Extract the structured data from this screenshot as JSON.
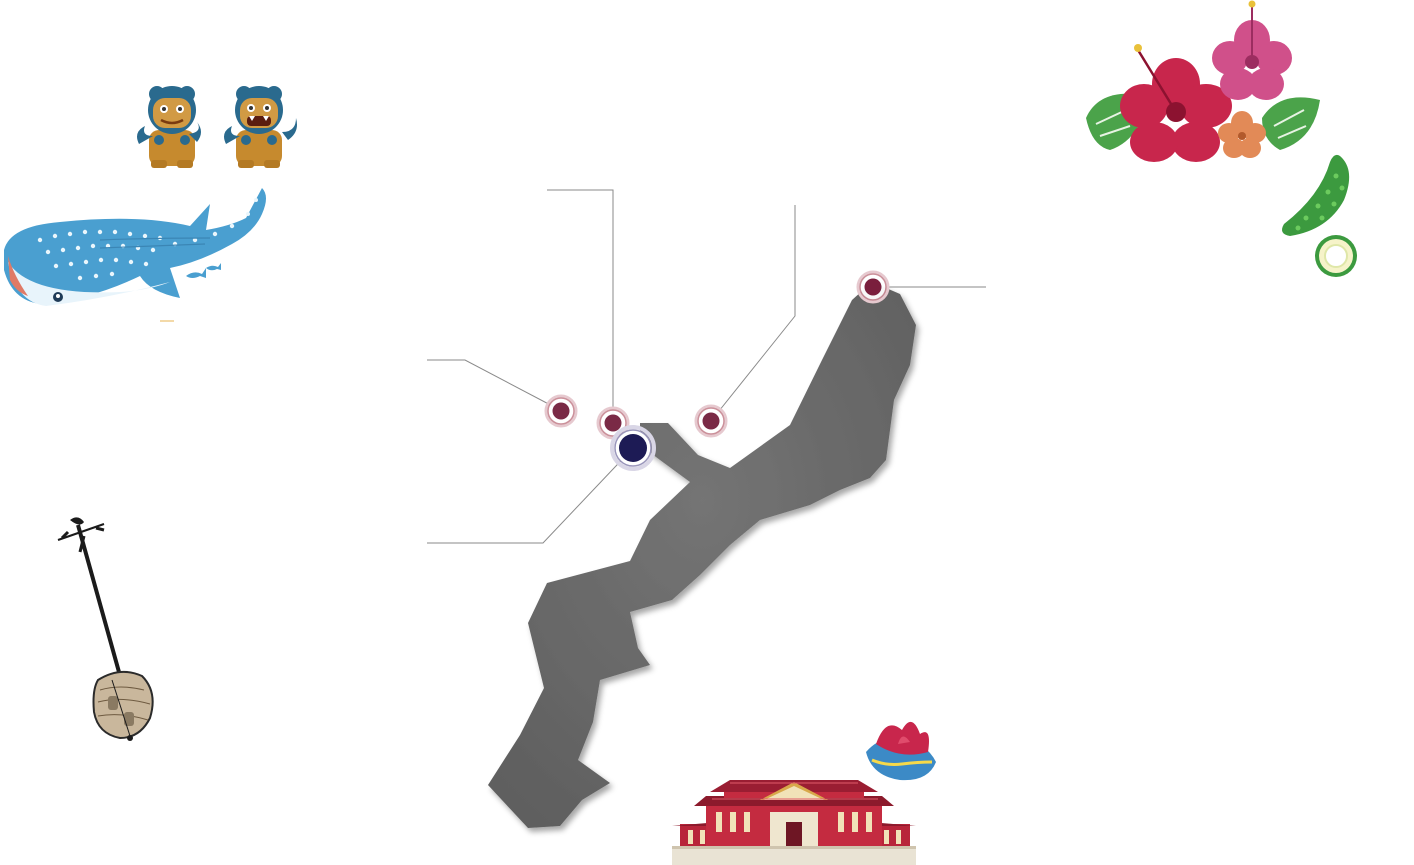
{
  "map": {
    "island_color": "#6b6b6b",
    "island_shadow": "#3c3c3c",
    "leader_color": "#8a8a8a",
    "markers": [
      {
        "id": "north-tip",
        "color": "#7a1f3d",
        "size": "small"
      },
      {
        "id": "west-1",
        "color": "#7a2a46",
        "size": "small"
      },
      {
        "id": "west-2",
        "color": "#7a2a46",
        "size": "small"
      },
      {
        "id": "center-north",
        "color": "#7a2a46",
        "size": "small"
      },
      {
        "id": "main",
        "color": "#1d1b55",
        "size": "large"
      }
    ]
  },
  "decorations": [
    {
      "name": "shisa-lion-pair-icon"
    },
    {
      "name": "whale-shark-icon"
    },
    {
      "name": "sanshin-instrument-icon"
    },
    {
      "name": "hibiscus-flowers-icon"
    },
    {
      "name": "goya-bitter-melon-icon"
    },
    {
      "name": "shuri-castle-icon"
    },
    {
      "name": "hanagasa-hat-icon"
    }
  ]
}
